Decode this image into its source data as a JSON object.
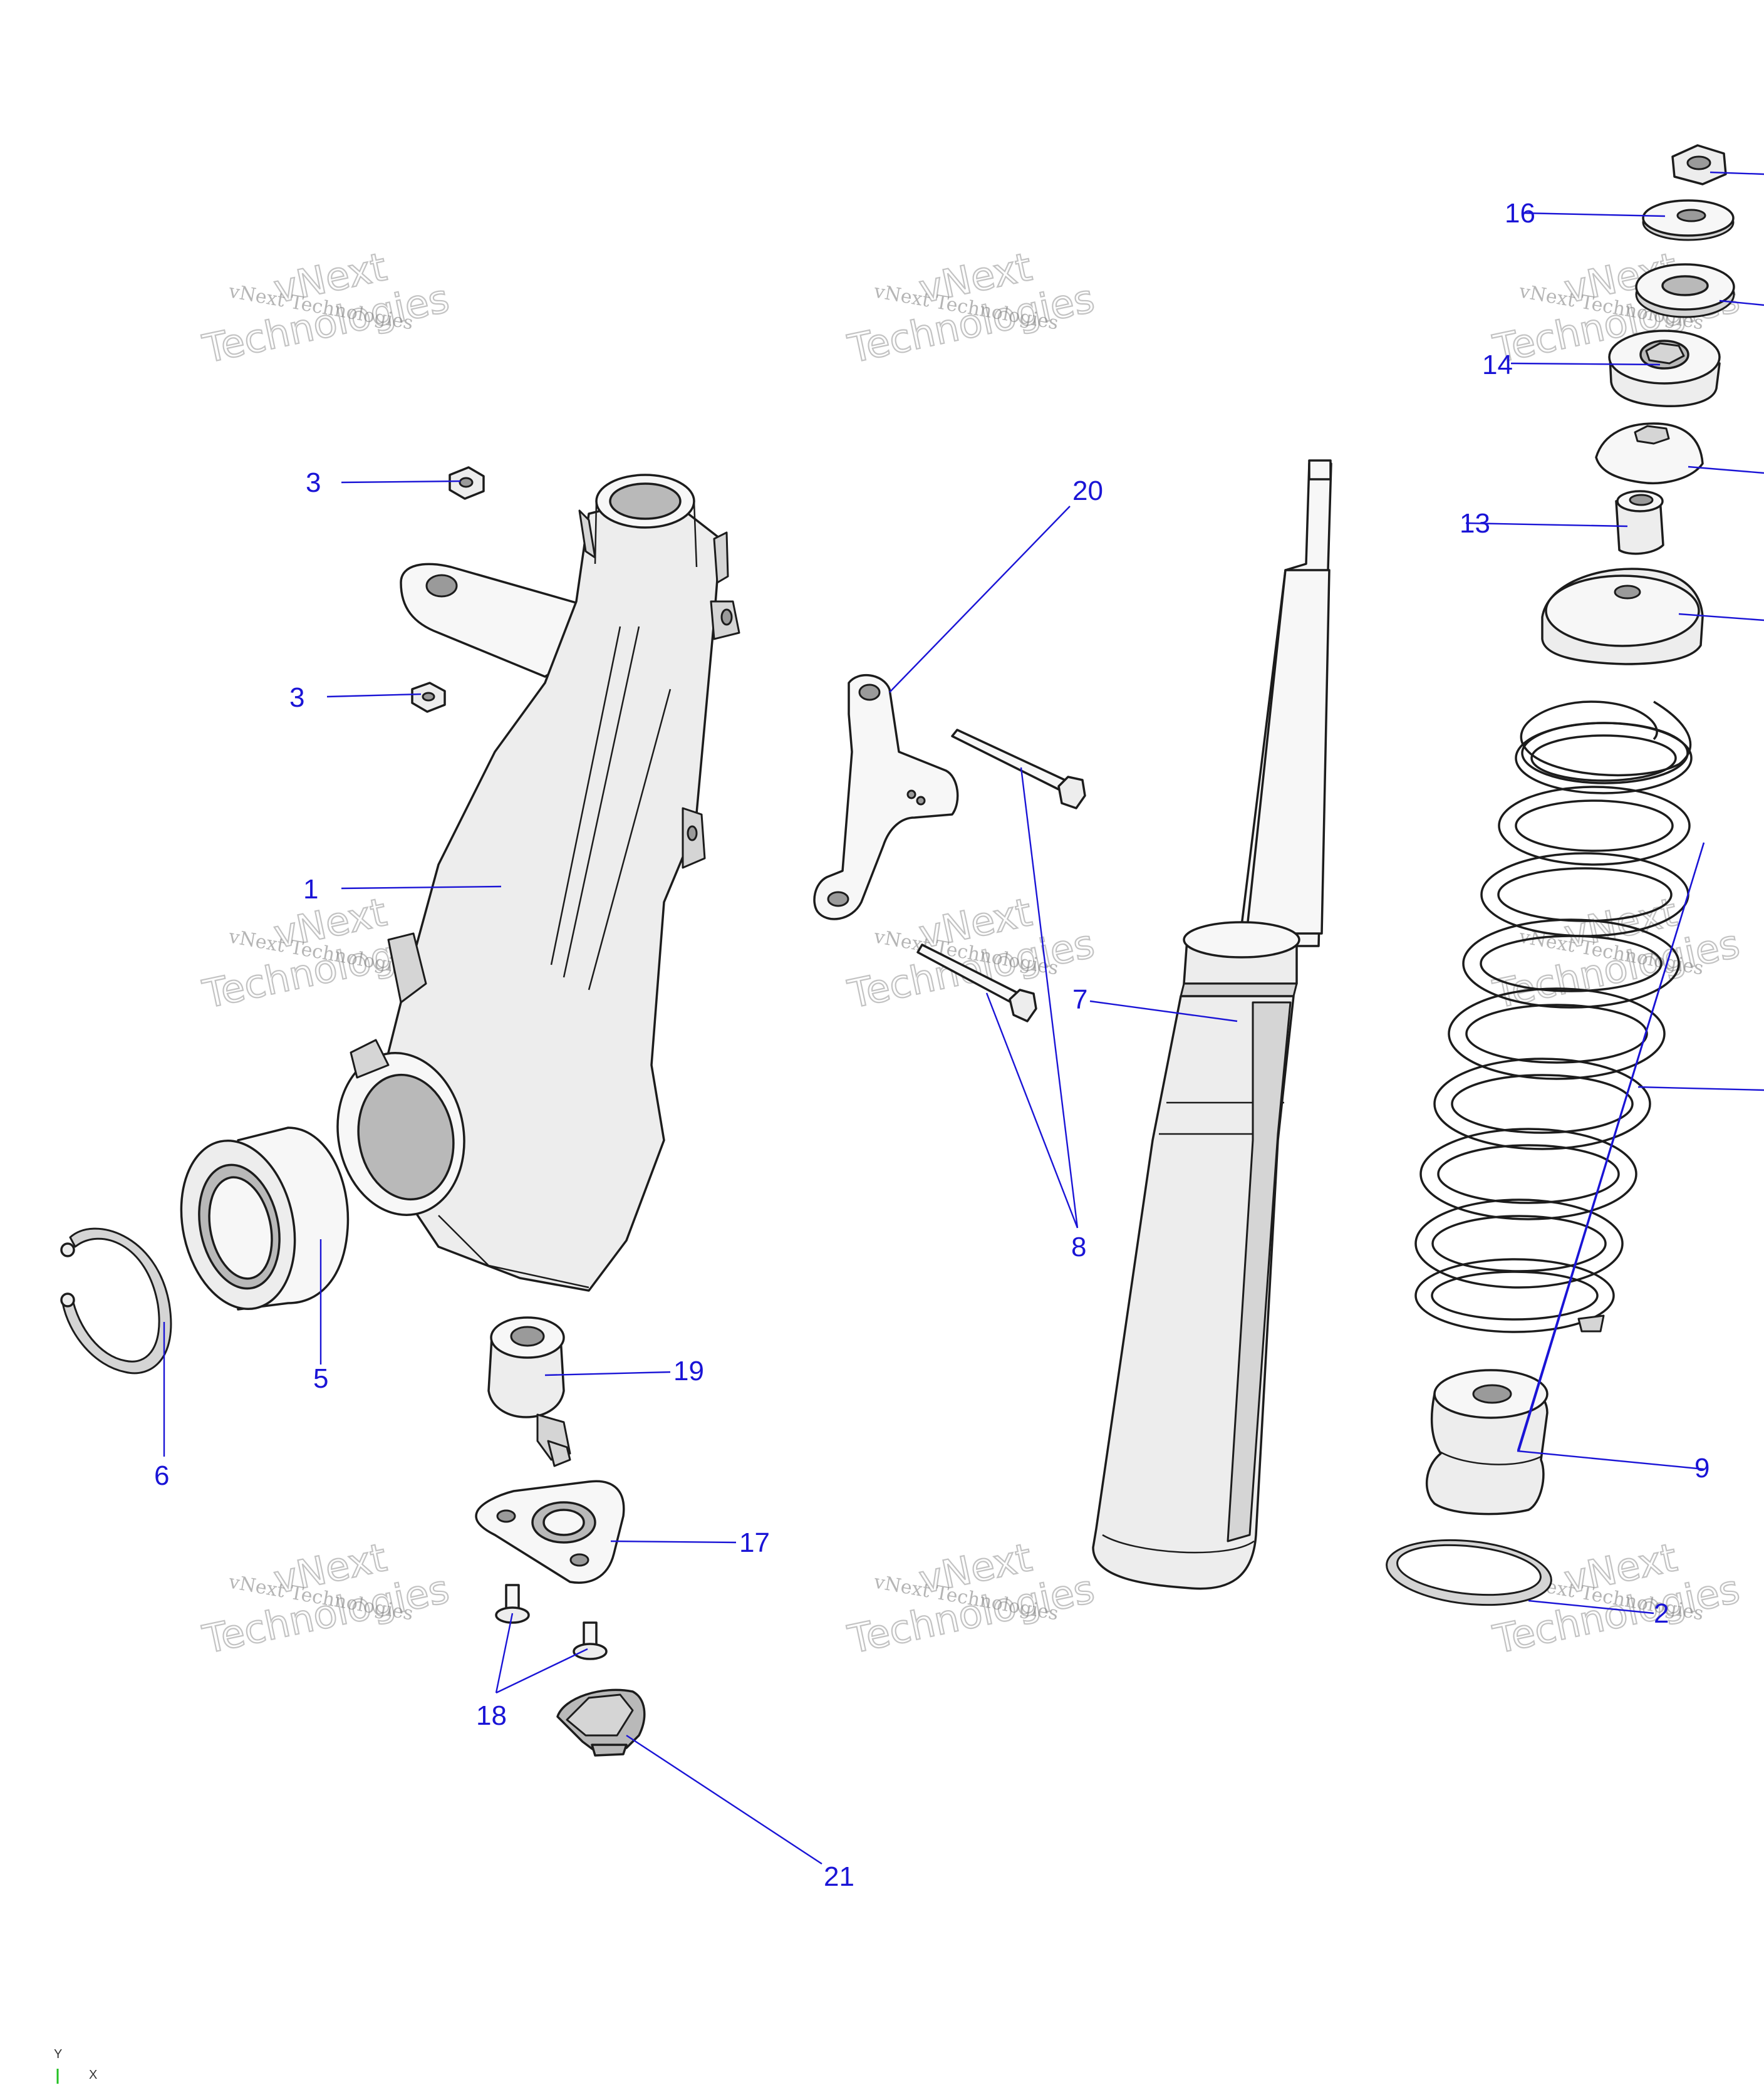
{
  "callouts": [
    {
      "id": "c1",
      "label": "1"
    },
    {
      "id": "c2",
      "label": "2"
    },
    {
      "id": "c3a",
      "label": "3"
    },
    {
      "id": "c3b",
      "label": "3"
    },
    {
      "id": "c5",
      "label": "5"
    },
    {
      "id": "c6",
      "label": "6"
    },
    {
      "id": "c7",
      "label": "7"
    },
    {
      "id": "c8",
      "label": "8"
    },
    {
      "id": "c9",
      "label": "9"
    },
    {
      "id": "c13",
      "label": "13"
    },
    {
      "id": "c14",
      "label": "14"
    },
    {
      "id": "c16",
      "label": "16"
    },
    {
      "id": "c17",
      "label": "17"
    },
    {
      "id": "c18",
      "label": "18"
    },
    {
      "id": "c19",
      "label": "19"
    },
    {
      "id": "c20",
      "label": "20"
    },
    {
      "id": "c21",
      "label": "21"
    }
  ],
  "watermark": {
    "line1": "vNext Technologies",
    "big_line1": "vNext",
    "big_line2": "Technologies"
  },
  "axis": {
    "y": "Y",
    "x": "X"
  },
  "colors": {
    "callout": "#1a14d6",
    "axis_y": "#22c022"
  }
}
